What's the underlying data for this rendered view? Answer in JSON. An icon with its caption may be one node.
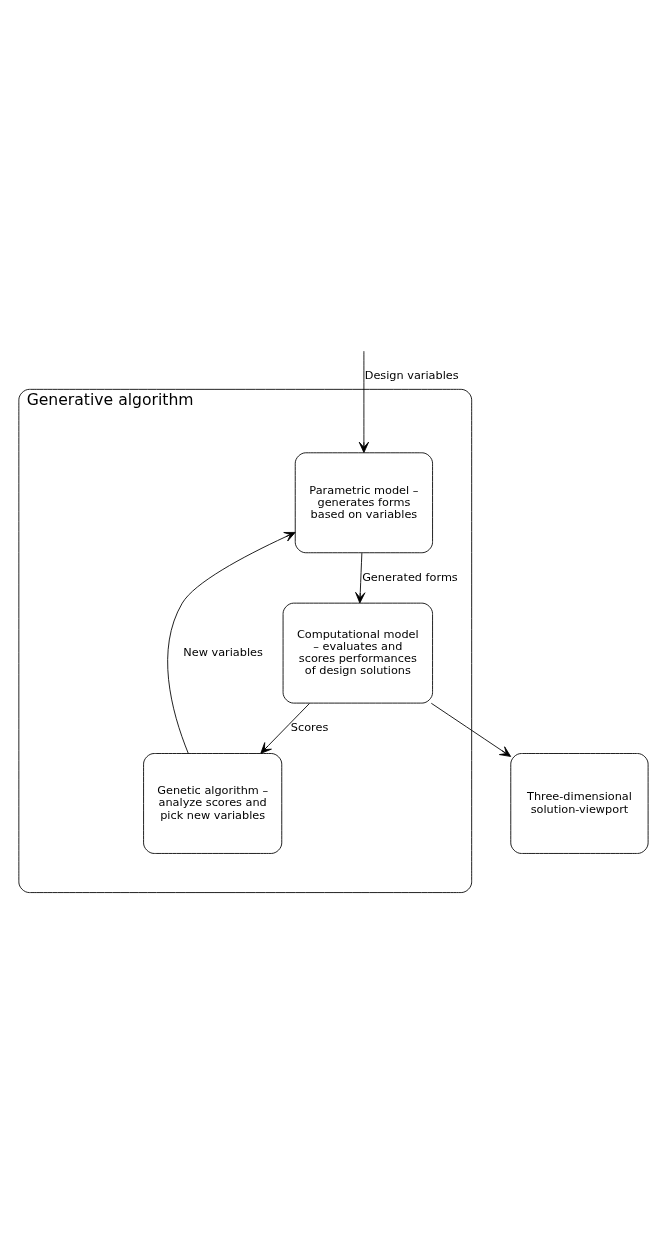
{
  "diagram": {
    "nodes": [
      {
        "text": [
          "Generative algorithm"
        ]
      },
      {
        "text": [
          "Parametric model – generates forms based on variables"
        ],
        "in": 0
      },
      {
        "text": [
          "Computational model – evaluates and scores performances of design solutions"
        ],
        "in": 0
      },
      {
        "text": [
          "Genetic algorithm – analyze scores and pick new variables"
        ],
        "in": 0
      },
      {
        "text": [
          "Three-dimensional solution-viewport"
        ]
      }
    ],
    "edges": [
      {
        "from": null,
        "to": 1,
        "arrow": "to",
        "label": "Design variables"
      },
      {
        "from": 1,
        "to": 2,
        "arrow": "to",
        "label": "Generated forms"
      },
      {
        "from": 2,
        "to": 3,
        "arrow": "to",
        "label": "Scores"
      },
      {
        "from": 2,
        "to": 4,
        "arrow": "to"
      },
      {
        "from": 3,
        "to": 1,
        "arrow": "to",
        "label": "New variables"
      }
    ]
  }
}
